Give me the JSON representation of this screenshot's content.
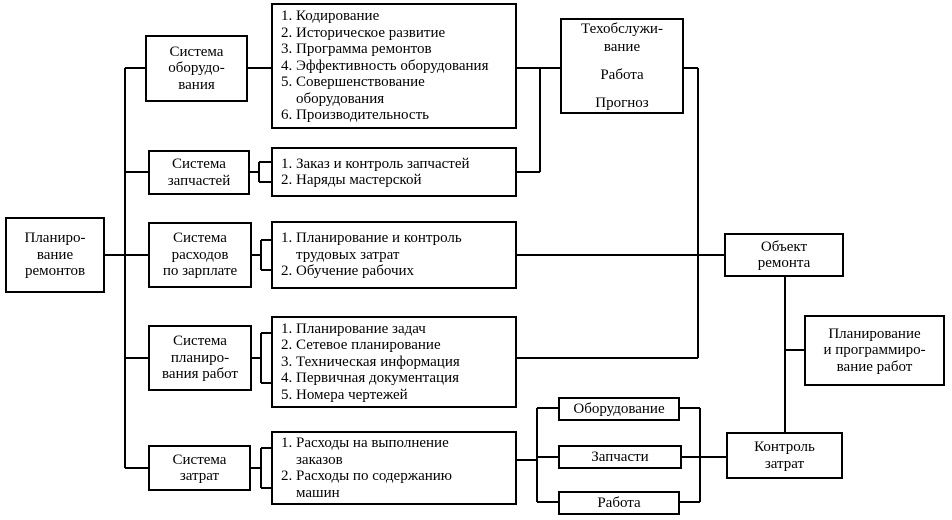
{
  "root": {
    "lines": [
      "Планиро-",
      "вание",
      "ремонтов"
    ]
  },
  "systems": [
    {
      "lines": [
        "Система",
        "оборудо-",
        "вания"
      ]
    },
    {
      "lines": [
        "Система",
        "запчастей"
      ]
    },
    {
      "lines": [
        "Система",
        "расходов",
        "по зарплате"
      ]
    },
    {
      "lines": [
        "Система",
        "планиро-",
        "вания работ"
      ]
    },
    {
      "lines": [
        "Система",
        "затрат"
      ]
    }
  ],
  "details": [
    {
      "items": [
        [
          "1. Кодирование"
        ],
        [
          "2. Историческое развитие"
        ],
        [
          "3. Программа ремонтов"
        ],
        [
          "4. Эффективность оборудования"
        ],
        [
          "5. Совершенствование",
          "оборудования"
        ],
        [
          "6. Производительность"
        ]
      ]
    },
    {
      "items": [
        [
          "1. Заказ и контроль запчастей"
        ],
        [
          "2. Наряды мастерской"
        ]
      ]
    },
    {
      "items": [
        [
          "1. Планирование и контроль",
          "трудовых затрат"
        ],
        [
          "2. Обучение рабочих"
        ]
      ]
    },
    {
      "items": [
        [
          "1. Планирование задач"
        ],
        [
          "2. Сетевое планирование"
        ],
        [
          "3. Техническая информация"
        ],
        [
          "4. Первичная документация"
        ],
        [
          "5. Номера чертежей"
        ]
      ]
    },
    {
      "items": [
        [
          "1. Расходы на выполнение",
          "заказов"
        ],
        [
          "2. Расходы по содержанию",
          "машин"
        ]
      ]
    }
  ],
  "maintenance": {
    "title_lines": [
      "Техобслужи-",
      "вание"
    ],
    "work": "Работа",
    "forecast": "Прогноз"
  },
  "repair_object": {
    "lines": [
      "Объект",
      "ремонта"
    ]
  },
  "work_planning": {
    "lines": [
      "Планирование",
      "и программиро-",
      "вание работ"
    ]
  },
  "cost_breakdown": [
    {
      "label": "Оборудование"
    },
    {
      "label": "Запчасти"
    },
    {
      "label": "Работа"
    }
  ],
  "cost_control": {
    "lines": [
      "Контроль",
      "затрат"
    ]
  }
}
